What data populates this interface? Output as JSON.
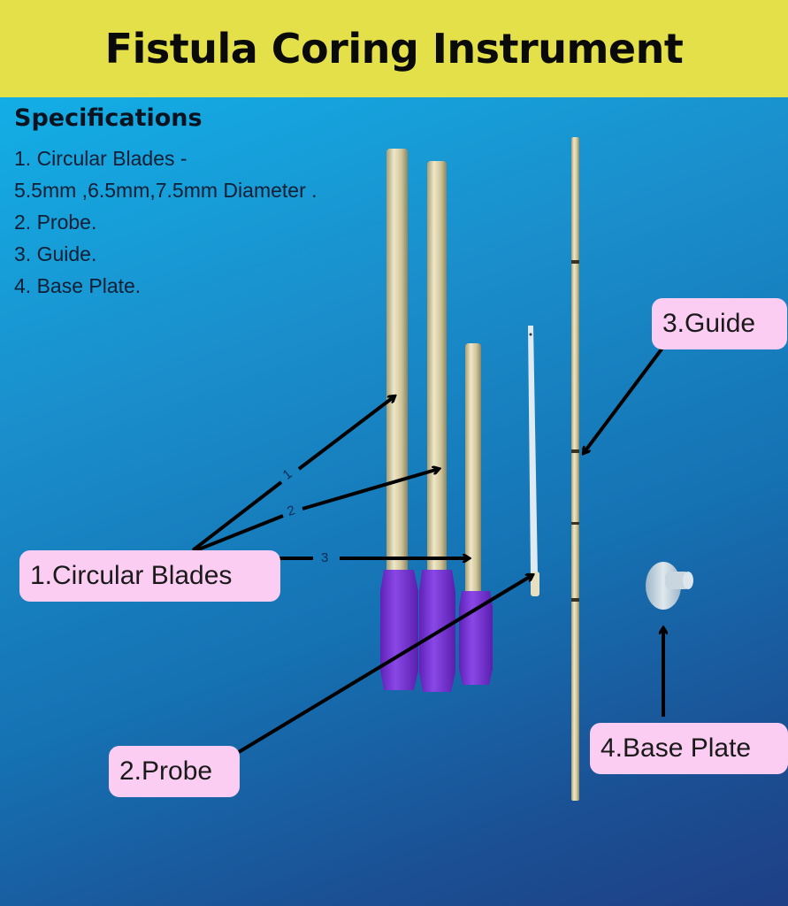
{
  "header": {
    "title": "Fistula Coring Instrument"
  },
  "specifications": {
    "heading": "Specifications",
    "lines": [
      "1. Circular Blades -",
      "5.5mm ,6.5mm,7.5mm Diameter .",
      "2. Probe.",
      "3. Guide.",
      "4. Base Plate."
    ]
  },
  "callouts": {
    "circular_blades": "1.Circular Blades",
    "probe": "2.Probe",
    "guide": "3.Guide",
    "base_plate": "4.Base Plate"
  },
  "arrow_numbers": [
    "1",
    "2",
    "3"
  ],
  "colors": {
    "header_bg": "#e3e04a",
    "callout_bg": "#fccdf2",
    "handle_purple": "#7a35d6",
    "shaft_gold": "#d9cfa6"
  }
}
